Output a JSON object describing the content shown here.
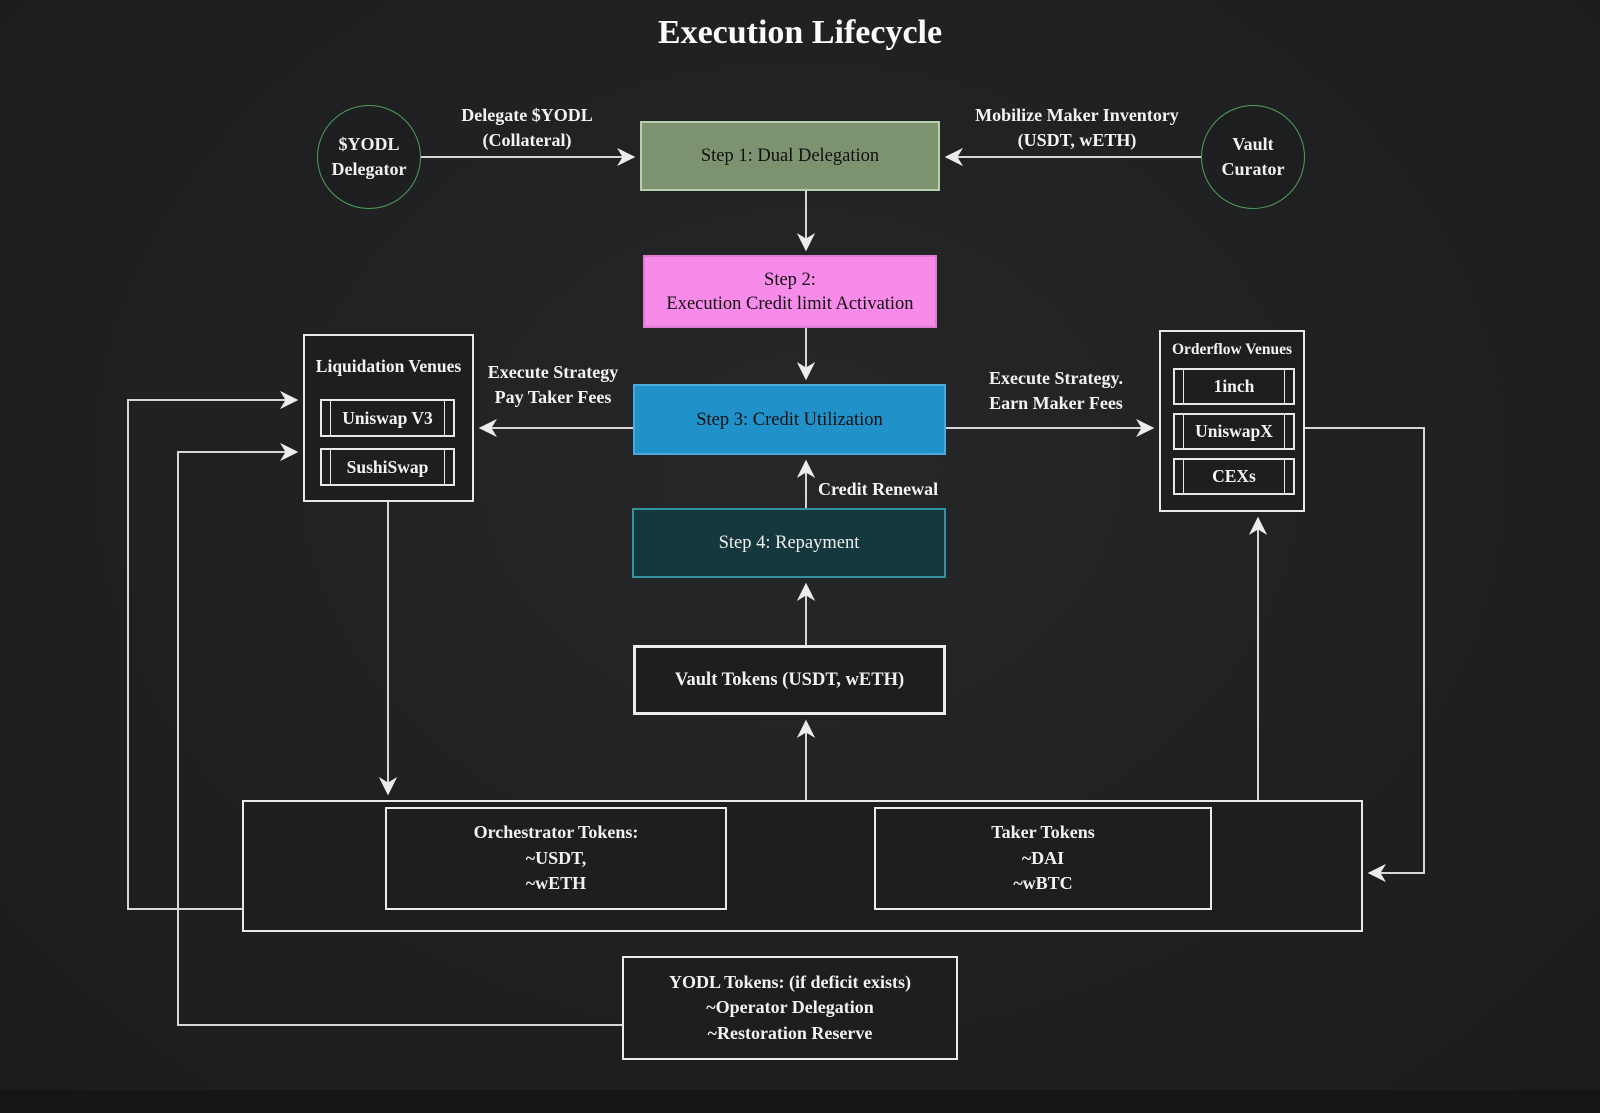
{
  "title": "Execution Lifecycle",
  "colors": {
    "background": "#202124",
    "circle_border": "#4f9e58",
    "step1_fill": "#7d9370",
    "step1_border": "#b9d0ae",
    "step2_fill": "#f88ae9",
    "step3_fill": "#2191c9",
    "step4_fill": "#15383e",
    "step4_border": "#35929f",
    "box_border": "#e8e8e8",
    "edge_line": "#d6d6d6"
  },
  "actors": {
    "delegator": {
      "line1": "$YODL",
      "line2": "Delegator"
    },
    "curator": {
      "line1": "Vault",
      "line2": "Curator"
    }
  },
  "steps": {
    "step1": {
      "label": "Step 1: Dual Delegation"
    },
    "step2": {
      "line1": "Step 2:",
      "line2": "Execution Credit limit Activation"
    },
    "step3": {
      "label": "Step 3: Credit Utilization"
    },
    "step4": {
      "label": "Step 4: Repayment"
    }
  },
  "vault_tokens": {
    "label": "Vault Tokens (USDT, wETH)"
  },
  "liquidation_venues": {
    "title": "Liquidation Venues",
    "items": [
      "Uniswap V3",
      "SushiSwap"
    ]
  },
  "orderflow_venues": {
    "title": "Orderflow Venues",
    "items": [
      "1inch",
      "UniswapX",
      "CEXs"
    ]
  },
  "token_pools": {
    "orchestrator": {
      "line1": "Orchestrator Tokens:",
      "line2": "~USDT,",
      "line3": "~wETH"
    },
    "taker": {
      "line1": "Taker Tokens",
      "line2": "~DAI",
      "line3": "~wBTC"
    },
    "yodl": {
      "line1": "YODL Tokens: (if deficit exists)",
      "line2": "~Operator Delegation",
      "line3": "~Restoration Reserve"
    }
  },
  "edge_labels": {
    "delegate": {
      "line1": "Delegate $YODL",
      "line2": "(Collateral)"
    },
    "mobilize": {
      "line1": "Mobilize Maker Inventory",
      "line2": "(USDT, wETH)"
    },
    "pay_taker": {
      "line1": "Execute Strategy",
      "line2": "Pay Taker Fees"
    },
    "earn_maker": {
      "line1": "Execute Strategy.",
      "line2": "Earn Maker Fees"
    },
    "credit_renewal": "Credit Renewal"
  }
}
